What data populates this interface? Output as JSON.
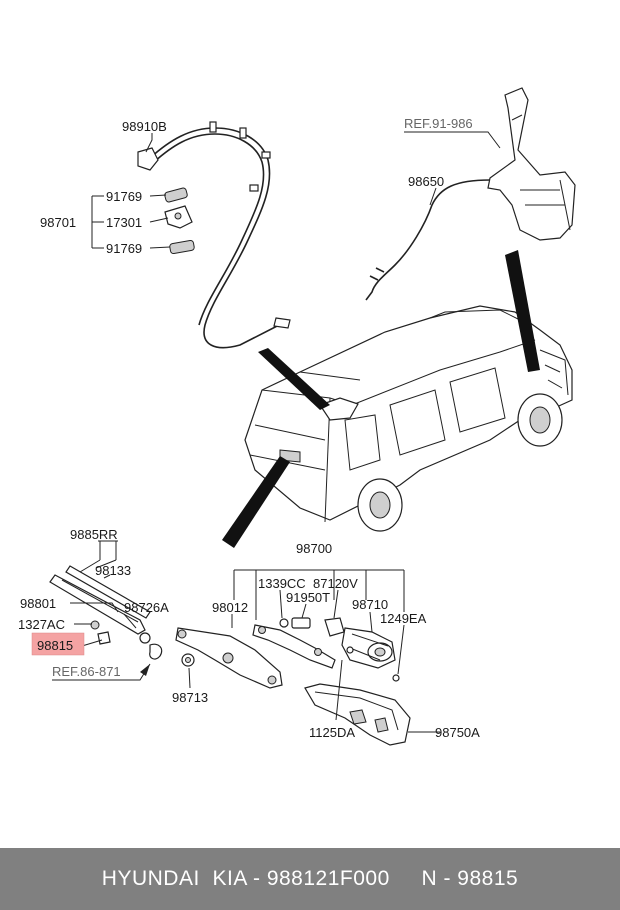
{
  "labels": {
    "p98910B": "98910B",
    "p91769a": "91769",
    "p98701": "98701",
    "p17301": "17301",
    "p91769b": "91769",
    "ref91986": "REF.91-986",
    "p98650": "98650",
    "p9885RR": "9885RR",
    "p98133": "98133",
    "p98801": "98801",
    "p98726A": "98726A",
    "p1327AC": "1327AC",
    "p98815": "98815",
    "ref86871": "REF.86-871",
    "p98713": "98713",
    "p98012": "98012",
    "p98700": "98700",
    "p1339CC": "1339CC",
    "p87120V": "87120V",
    "p91950T": "91950T",
    "p98710": "98710",
    "p1249EA": "1249EA",
    "p1125DA": "1125DA",
    "p98750A": "98750A"
  },
  "highlight": {
    "color": "#f4a3a3"
  },
  "footer": {
    "brand": "HYUNDAI  KIA - 988121F000",
    "part": "N - 98815"
  }
}
